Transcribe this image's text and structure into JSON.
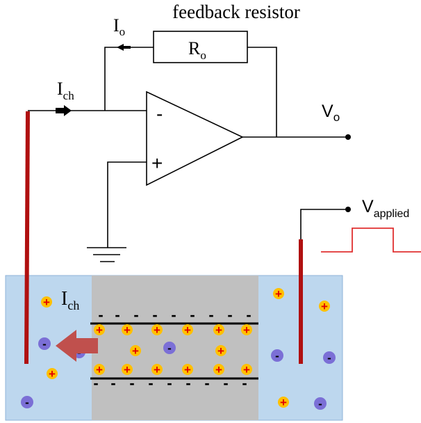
{
  "labels": {
    "feedback_resistor": "feedback resistor",
    "current_out": {
      "main": "I",
      "sub": "o"
    },
    "resistor": {
      "main": "R",
      "sub": "o"
    },
    "current_channel_top": {
      "main": "I",
      "sub": "ch"
    },
    "current_channel_bottom": {
      "main": "I",
      "sub": "ch"
    },
    "voltage_out": {
      "main": "V",
      "sub": "o"
    },
    "voltage_applied": {
      "main": "V",
      "sub": "applied"
    },
    "inverting_input": "-",
    "noninverting_input": "+"
  },
  "glyphs": {
    "positive_ion": "+",
    "negative_ion": "-",
    "surface_charge": "-"
  },
  "colors": {
    "wire": "#000000",
    "electrode": "#b01010",
    "solution": "#bdd7ee",
    "channel": "#c0c0c0",
    "cation_fill": "#ffc000",
    "cation_sign": "#e00000",
    "anion_fill": "#7b6fd6",
    "anion_sign": "#000000",
    "flow_arrow": "#c0504d",
    "pulse": "#e03030"
  }
}
